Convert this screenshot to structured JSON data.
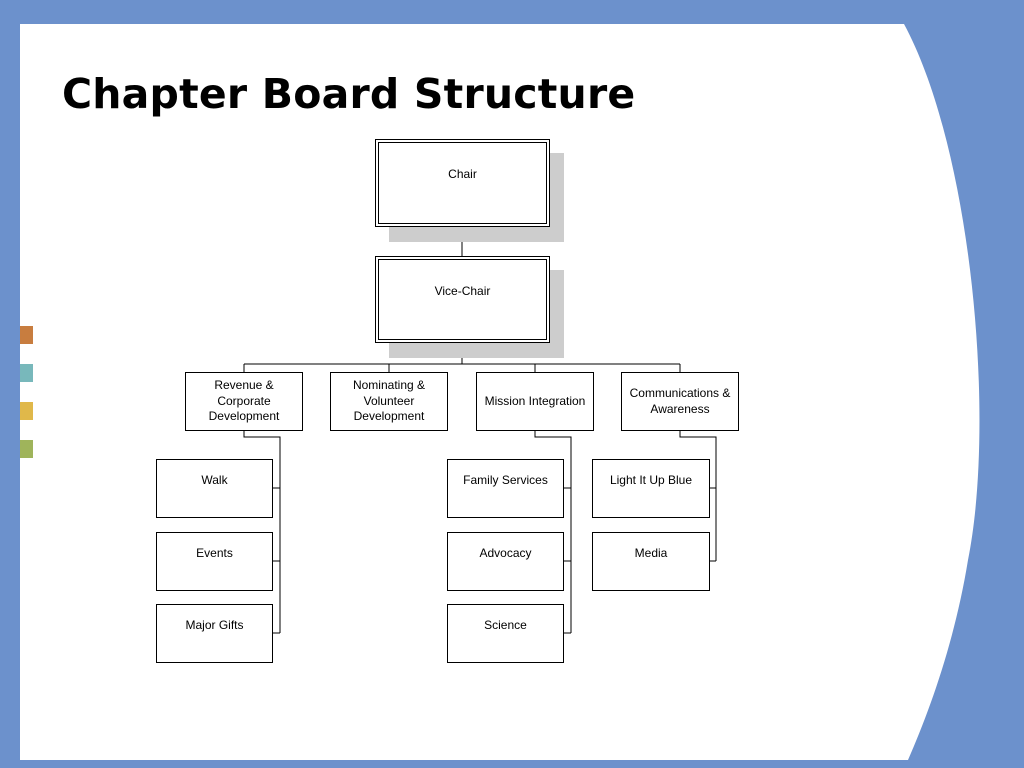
{
  "slide": {
    "title": "Chapter Board Structure",
    "colors": {
      "frame_blue": "#6c91cc",
      "page_white": "#ffffff",
      "marker_orange": "#c87d3f",
      "marker_teal": "#78b8bb",
      "marker_gold": "#e0b84a",
      "marker_green": "#9fb45b"
    }
  },
  "org_chart": {
    "chair": "Chair",
    "vice_chair": "Vice-Chair",
    "committees": [
      {
        "label": "Revenue &\nCorporate\nDevelopment",
        "children": [
          "Walk",
          "Events",
          "Major Gifts"
        ]
      },
      {
        "label": "Nominating &\nVolunteer\nDevelopment",
        "children": []
      },
      {
        "label": "Mission Integration",
        "children": [
          "Family Services",
          "Advocacy",
          "Science"
        ]
      },
      {
        "label": "Communications &\nAwareness",
        "children": [
          "Light It Up Blue",
          "Media"
        ]
      }
    ]
  }
}
